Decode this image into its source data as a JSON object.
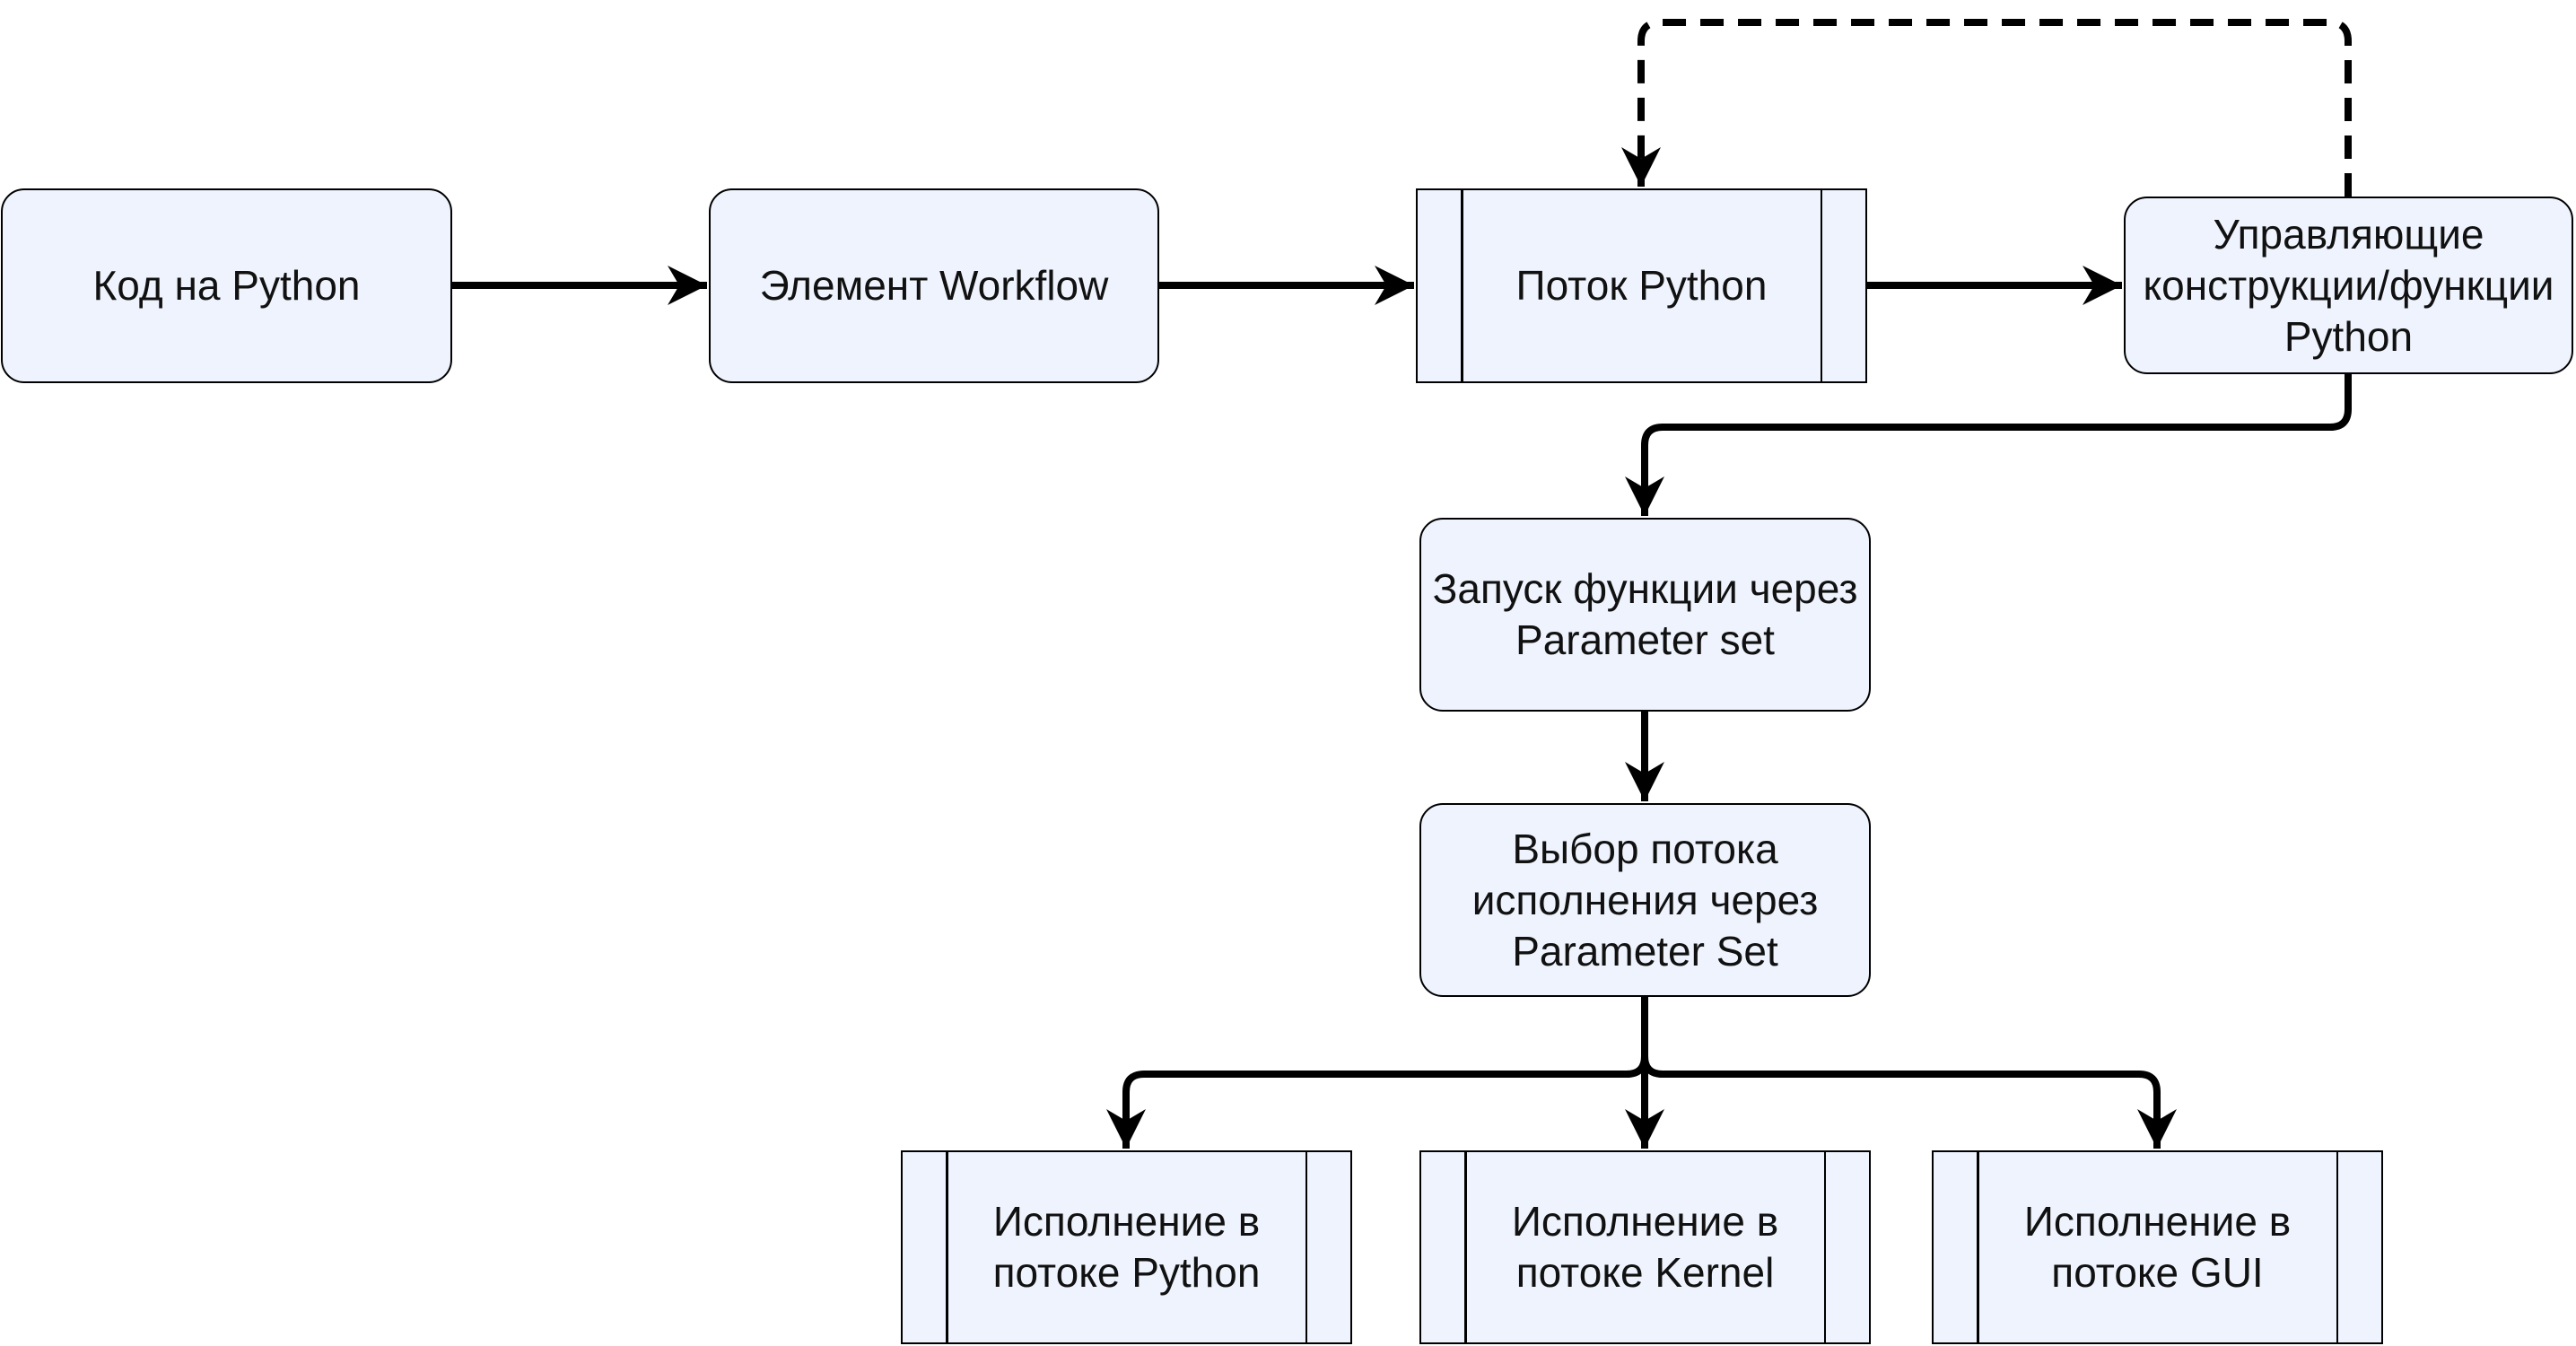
{
  "diagram": {
    "colors": {
      "node_fill": "#eef3fd",
      "stroke": "#000000",
      "text": "#111111"
    },
    "nodes": [
      {
        "id": "n1",
        "shape": "rounded",
        "label": "Код на Python"
      },
      {
        "id": "n2",
        "shape": "rounded",
        "label": "Элемент Workflow"
      },
      {
        "id": "n3",
        "shape": "process",
        "label": "Поток Python"
      },
      {
        "id": "n4",
        "shape": "rounded",
        "label": "Управляющие\nконструкции/функции\nPython"
      },
      {
        "id": "n5",
        "shape": "rounded",
        "label": "Запуск функции через\nParameter set"
      },
      {
        "id": "n6",
        "shape": "rounded",
        "label": "Выбор потока\nисполнения через\nParameter Set"
      },
      {
        "id": "n7",
        "shape": "process",
        "label": "Исполнение в\nпотоке Python"
      },
      {
        "id": "n8",
        "shape": "process",
        "label": "Исполнение в\nпотоке Kernel"
      },
      {
        "id": "n9",
        "shape": "process",
        "label": "Исполнение в\nпотоке GUI"
      }
    ],
    "edges": [
      {
        "from": "n1",
        "to": "n2",
        "style": "solid"
      },
      {
        "from": "n2",
        "to": "n3",
        "style": "solid"
      },
      {
        "from": "n3",
        "to": "n4",
        "style": "solid"
      },
      {
        "from": "n4",
        "to": "n3",
        "style": "dashed"
      },
      {
        "from": "n4",
        "to": "n5",
        "style": "solid"
      },
      {
        "from": "n5",
        "to": "n6",
        "style": "solid"
      },
      {
        "from": "n6",
        "to": "n7",
        "style": "solid"
      },
      {
        "from": "n6",
        "to": "n8",
        "style": "solid"
      },
      {
        "from": "n6",
        "to": "n9",
        "style": "solid"
      }
    ]
  }
}
